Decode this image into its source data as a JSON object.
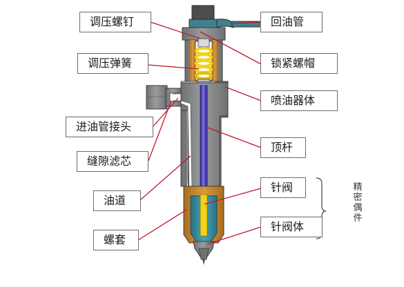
{
  "labels": {
    "adjusting_screw": "调压螺钉",
    "pressure_spring": "调压弹簧",
    "inlet_connector": "进油管接头",
    "gap_filter": "缝隙滤芯",
    "oil_passage": "油道",
    "nut_sleeve": "螺套",
    "return_pipe": "回油管",
    "lock_nut": "锁紧螺帽",
    "injector_body": "喷油器体",
    "push_rod": "顶杆",
    "needle_valve": "针阀",
    "needle_valve_body": "针阀体",
    "precision_pair": "精密偶件"
  },
  "colors": {
    "body": "#8a8c8e",
    "body_dark": "#5c5d5f",
    "spring": "#f2d21a",
    "push_rod": "#4b3fb0",
    "brass": "#c98a2e",
    "needle_body": "#3a8fa0",
    "leader_line": "#c0182d",
    "box_border": "#6a6a6a"
  }
}
